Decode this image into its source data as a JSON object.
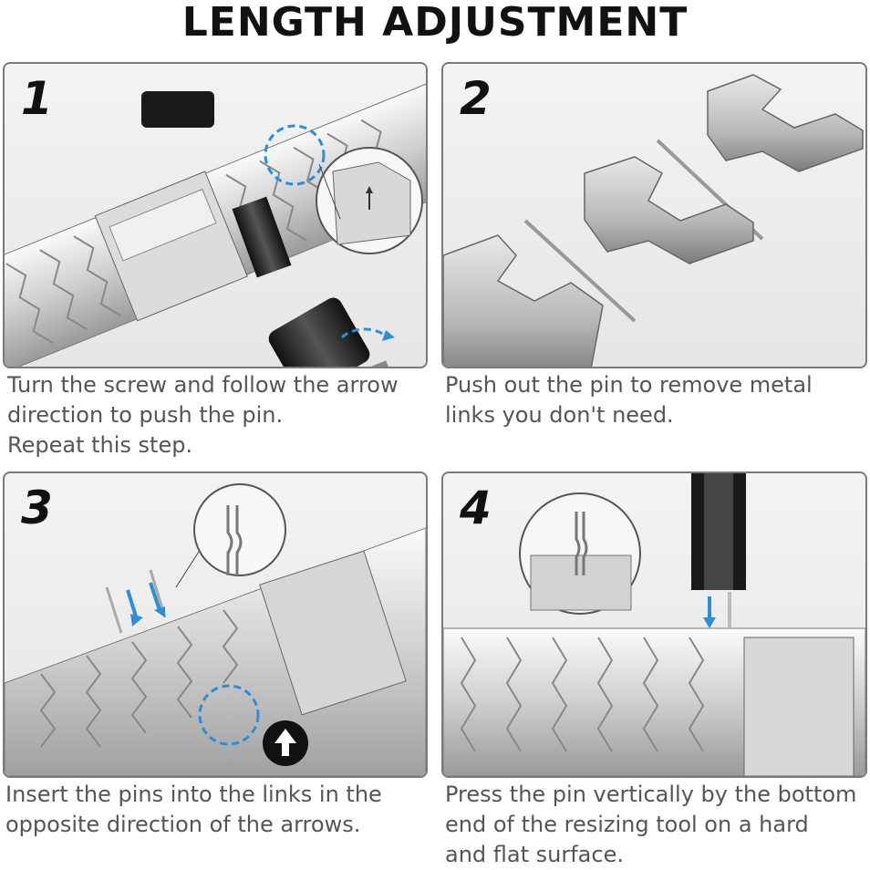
{
  "title": "LENGTH ADJUSTMENT",
  "steps": [
    {
      "number": "1",
      "caption_lines": [
        "Turn the screw and follow the arrow",
        "direction to push the pin.",
        "Repeat this step."
      ]
    },
    {
      "number": "2",
      "caption_lines": [
        "Push out the pin to remove metal",
        "links you don't need."
      ]
    },
    {
      "number": "3",
      "caption_lines": [
        "Insert the pins into the links in the",
        "opposite direction of the arrows."
      ]
    },
    {
      "number": "4",
      "caption_lines": [
        "Press the pin vertically by the bottom",
        "end of the resizing tool on a hard",
        "and flat surface."
      ]
    }
  ],
  "colors": {
    "accent_blue": "#2a8fd8",
    "panel_border": "#7a7a7a",
    "caption_text": "#555555"
  }
}
